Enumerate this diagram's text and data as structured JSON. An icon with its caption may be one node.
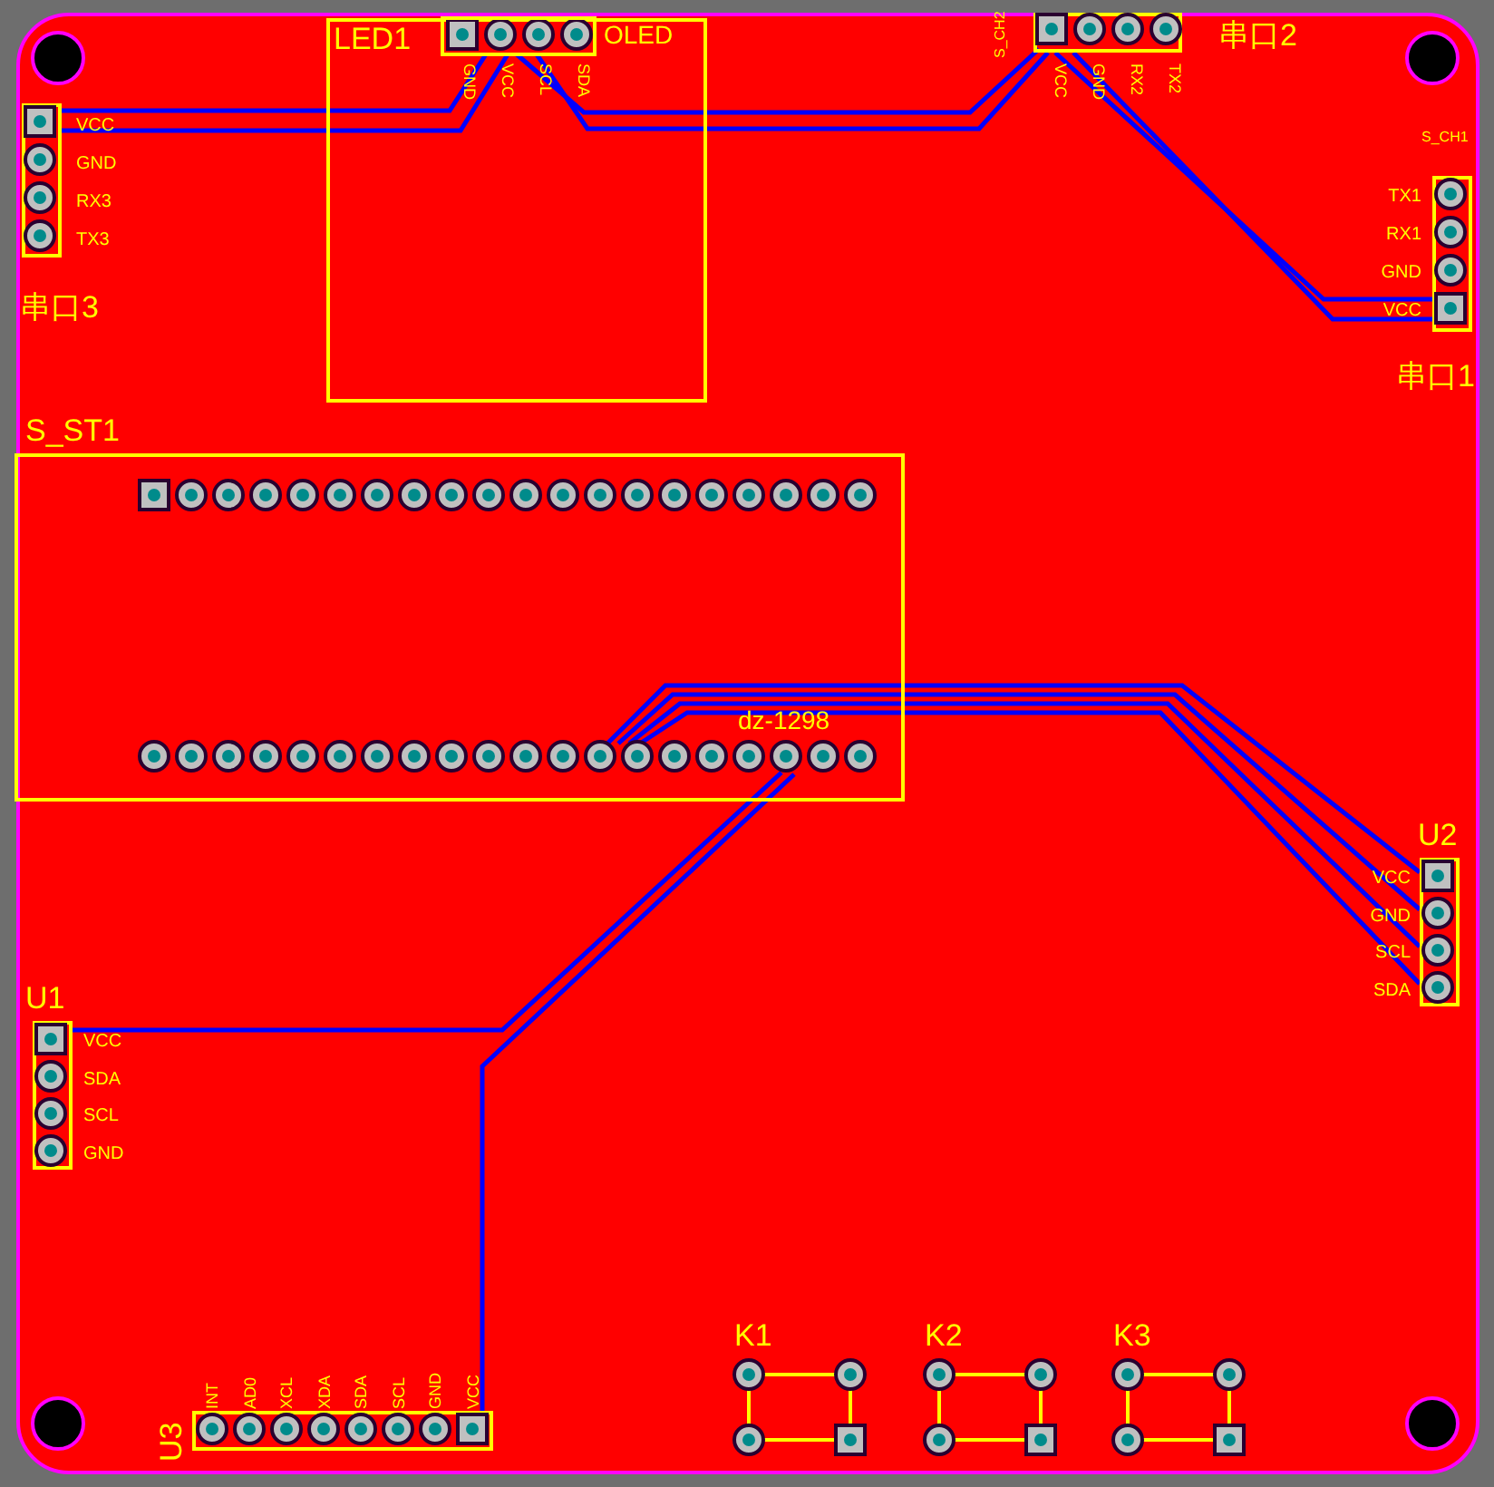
{
  "diagram": {
    "nodes": [
      {
        "text": [
          "LED1",
          "GND",
          "VCC",
          "SCL",
          "SDA"
        ]
      },
      {
        "text": [
          "串口2"
        ],
        "beside": [
          "VCC",
          "GND",
          "RX2",
          "TX2"
        ]
      },
      {
        "text": [
          "串口1"
        ],
        "beside": [
          "TX1",
          "RX1",
          "GND",
          "VCC"
        ]
      },
      {
        "text": [
          "串口3"
        ],
        "beside": [
          "VCC",
          "GND",
          "RX3",
          "TX3"
        ]
      },
      {
        "text": [
          "S_ST1"
        ]
      },
      {
        "text": [
          "U1"
        ],
        "beside": [
          "VCC",
          "SDA",
          "SCL",
          "GND"
        ]
      },
      {
        "text": [
          "U2"
        ],
        "beside": [
          "VCC",
          "GND",
          "SCL",
          "SDA"
        ]
      },
      {
        "text": [
          "U3"
        ],
        "beside": [
          "INT",
          "AD0",
          "XCL",
          "XDA",
          "SDA",
          "SCL",
          "GND",
          "VCC"
        ]
      },
      {
        "text": [
          "K1"
        ]
      },
      {
        "text": [
          "K2"
        ]
      },
      {
        "text": [
          "K3"
        ]
      }
    ],
    "edges": [
      {
        "from": 0,
        "to": 3,
        "arrow": "none"
      },
      {
        "from": 0,
        "to": 3,
        "arrow": "none"
      },
      {
        "from": 0,
        "to": 1,
        "arrow": "none"
      },
      {
        "from": 0,
        "to": 1,
        "arrow": "none"
      },
      {
        "from": 1,
        "to": 2,
        "arrow": "none"
      },
      {
        "from": 1,
        "to": 2,
        "arrow": "none"
      },
      {
        "from": 4,
        "to": 6,
        "arrow": "none"
      },
      {
        "from": 4,
        "to": 6,
        "arrow": "none"
      },
      {
        "from": 4,
        "to": 6,
        "arrow": "none"
      },
      {
        "from": 4,
        "to": 6,
        "arrow": "none"
      },
      {
        "from": 4,
        "to": 5,
        "arrow": "none"
      },
      {
        "from": 4,
        "to": 7,
        "arrow": "none"
      }
    ],
    "labels": [
      "OLED",
      "S_CH2",
      "S_CH1",
      "dz-1298"
    ]
  }
}
